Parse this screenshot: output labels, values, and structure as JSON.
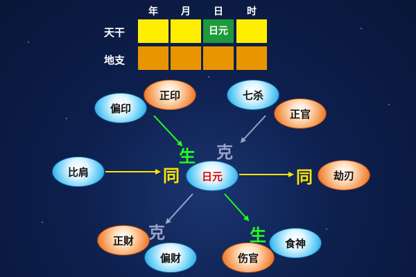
{
  "table": {
    "columns": [
      "年",
      "月",
      "日",
      "时"
    ],
    "rows": [
      {
        "label": "天干",
        "cells": [
          "",
          "",
          "日元",
          ""
        ]
      },
      {
        "label": "地支",
        "cells": [
          "",
          "",
          "",
          ""
        ]
      }
    ]
  },
  "nodes": {
    "day_master": "日元",
    "zheng_yin": "正印",
    "pian_yin": "偏印",
    "qi_sha": "七杀",
    "zheng_guan": "正官",
    "bi_jian": "比肩",
    "jie_ren": "劫刃",
    "zheng_cai": "正财",
    "pian_cai": "偏财",
    "shang_guan": "伤官",
    "shi_shen": "食神"
  },
  "relations": {
    "sheng_top": "生",
    "ke_top": "克",
    "tong_left": "同",
    "tong_right": "同",
    "ke_bottom": "克",
    "sheng_bottom": "生"
  },
  "colors": {
    "heaven_stem_cell": "#ffee00",
    "earth_branch_cell": "#e99500",
    "day_cell": "#1e9a3c",
    "sheng_arrow": "#22ff22",
    "ke_arrow": "#9aa4c8",
    "tong_arrow": "#ffe600"
  }
}
